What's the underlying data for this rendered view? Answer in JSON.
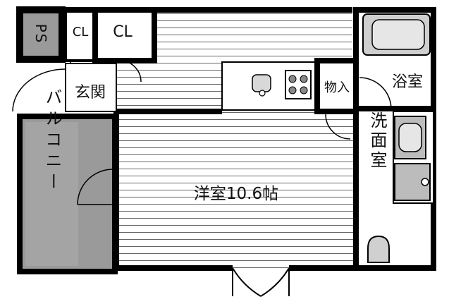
{
  "floor_plan": {
    "rooms": {
      "ps": "PS",
      "cl_small": "CL",
      "cl_large": "CL",
      "genkan": "玄関",
      "bath": "浴室",
      "storage": "物入",
      "washroom": "洗面室",
      "balcony": "バルコニー",
      "western_room": "洋室10.6帖"
    }
  }
}
